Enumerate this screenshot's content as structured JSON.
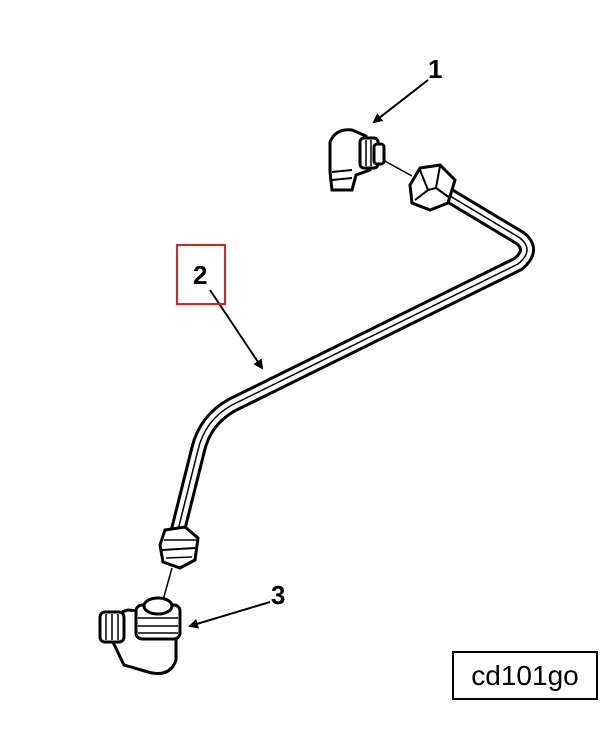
{
  "callouts": {
    "item_1": "1",
    "item_2": "2",
    "item_3": "3"
  },
  "figure_code": "cd101go",
  "colors": {
    "line": "#000000",
    "background": "#ffffff",
    "highlight": "#e0201b"
  }
}
